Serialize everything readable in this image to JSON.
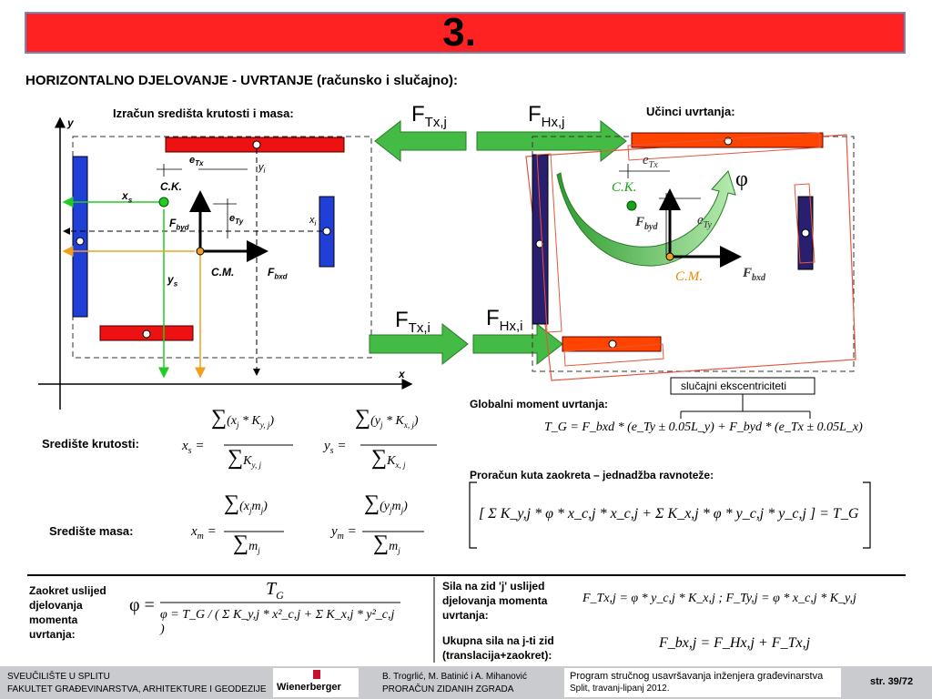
{
  "slide": {
    "number": "3.",
    "heading": "HORIZONTALNO DJELOVANJE - UVRTANJE (računsko i slučajno):",
    "left_caption": "Izračun središta krutosti i masa:",
    "right_caption": "Učinci uvrtanja:",
    "accidental_label": "slučajni ekscentriciteti"
  },
  "forces": {
    "FTxj": {
      "main": "F",
      "sub": "Tx,j"
    },
    "FHxj": {
      "main": "F",
      "sub": "Hx,j"
    },
    "FTxi": {
      "main": "F",
      "sub": "Tx,i"
    },
    "FHxi": {
      "main": "F",
      "sub": "Hx,i"
    }
  },
  "left_diagram": {
    "axis_y": "y",
    "axis_x": "x",
    "eTx": {
      "main": "e",
      "sub": "Tx"
    },
    "eTy": {
      "main": "e",
      "sub": "Ty"
    },
    "yi": {
      "main": "y",
      "sub": "i"
    },
    "xi": {
      "main": "x",
      "sub": "i"
    },
    "xs": {
      "main": "x",
      "sub": "s"
    },
    "ys": {
      "main": "y",
      "sub": "s"
    },
    "ck": "C.K.",
    "cm": "C.M.",
    "Fbyd": {
      "main": "F",
      "sub": "byd"
    },
    "Fbxd": {
      "main": "F",
      "sub": "bxd"
    }
  },
  "right_diagram": {
    "eTx": {
      "main": "e",
      "sub": "Tx"
    },
    "eTy": {
      "main": "e",
      "sub": "Ty"
    },
    "phi": "φ",
    "ck": "C.K.",
    "cm": "C.M.",
    "Fbyd": {
      "main": "F",
      "sub": "byd"
    },
    "Fbxd": {
      "main": "F",
      "sub": "bxd"
    }
  },
  "labels": {
    "stiffness_center": "Središte krutosti:",
    "mass_center": "Središte masa:",
    "global_moment": "Globalni moment uvrtanja:",
    "rotation_angle": "Proračun kuta zaokreta – jednadžba ravnoteže:",
    "rotation_due": "Zaokret uslijed djelovanja momenta uvrtanja:",
    "wall_force": "Sila na zid 'j' uslijed djelovanja momenta uvrtanja:",
    "total_force": "Ukupna sila na j-ti zid (translacija+zaokret):"
  },
  "equations": {
    "xs_lhs": "x",
    "xs_sub": "s",
    "ys_lhs": "y",
    "ys_sub": "s",
    "xm_lhs": "x",
    "xm_sub": "m",
    "ym_lhs": "y",
    "ym_sub": "m",
    "tg_formula": "T_G = F_bxd * (e_Ty ± 0.05L_y) + F_byd * (e_Tx ± 0.05L_x)",
    "equilibrium": "[ Σ K_y,j * φ * x_c,j * x_c,j + Σ K_x,j * φ * y_c,j * y_c,j ] = T_G",
    "phi_formula": "φ = T_G / ( Σ K_y,j * x²_c,j + Σ K_x,j * y²_c,j )",
    "force_formula": "F_Tx,j = φ * y_c,j * K_x,j ;   F_Ty,j = φ * x_c,j * K_y,j",
    "total_formula": "F_bx,j = F_Hx,j + F_Tx,j"
  },
  "footer": {
    "university_1": "SVEUČILIŠTE U SPLITU",
    "university_2": "FAKULTET GRAĐEVINARSTVA, ARHITEKTURE I GEODEZIJE",
    "brand": "Wienerberger",
    "authors_1": "B. Trogrlić, M. Batinić i A. Mihanović",
    "authors_2": "PRORAČUN ZIDANIH ZGRADA",
    "program_1": "Program stručnog usavršavanja inženjera građevinarstva",
    "program_2": "Split, travanj-lipanj 2012.",
    "page": "str. 39/72"
  },
  "colors": {
    "title_bar": "#ff2222",
    "wall_blue": "#1f3fd6",
    "wall_red": "#ee1111",
    "wall_orange": "#ff4400",
    "wall_navy": "#2a1f6e",
    "arrow_green": "#44bb44",
    "ck_green": "#1aa01a",
    "cm_orange": "#e88a00"
  }
}
